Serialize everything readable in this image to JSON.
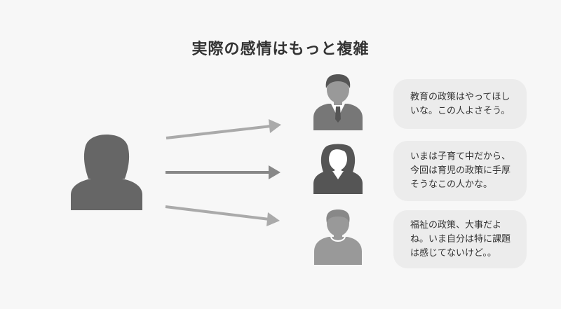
{
  "title": "実際の感情はもっと複雑",
  "bubbles": [
    {
      "text": "教育の政策はやってほしいな。この人よさそう。"
    },
    {
      "text": "いまは子育て中だから、今回は育児の政策に手厚そうなこの人かな。"
    },
    {
      "text": "福祉の政策、大事だよね。いま自分は特に課題は感じてないけど。。"
    }
  ],
  "colors": {
    "background": "#f7f7f7",
    "voter": "#666666",
    "arrow_top": "#aaaaaa",
    "arrow_middle": "#888888",
    "arrow_bottom": "#aaaaaa",
    "candidate_1": "#777777",
    "candidate_2": "#555555",
    "candidate_3": "#999999",
    "bubble": "#ececec",
    "text": "#333333"
  }
}
